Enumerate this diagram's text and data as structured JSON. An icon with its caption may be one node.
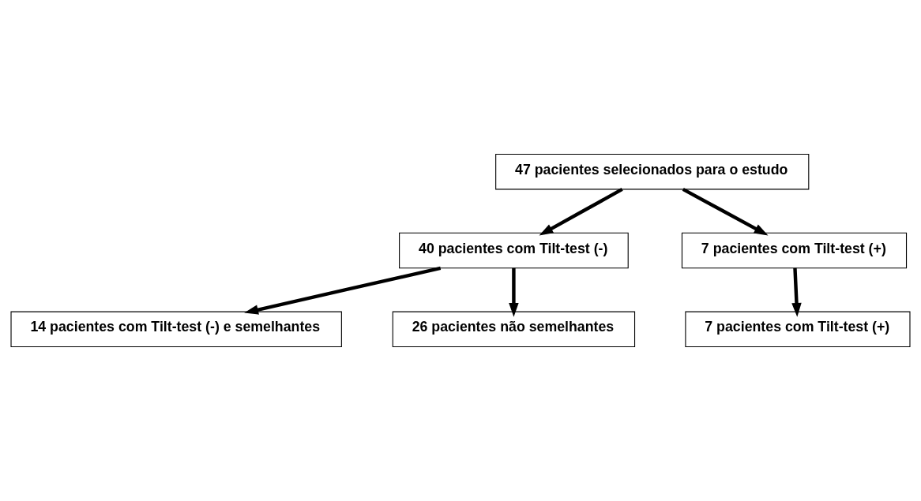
{
  "diagram": {
    "nodes": [
      {
        "text": [
          "47 pacientes selecionados para o estudo"
        ]
      },
      {
        "text": [
          "40 pacientes com Tilt-test (-)"
        ]
      },
      {
        "text": [
          "7 pacientes com Tilt-test (+)"
        ]
      },
      {
        "text": [
          "14 pacientes com Tilt-test (-) e semelhantes"
        ]
      },
      {
        "text": [
          "7 pacientes com Tilt-test (+)"
        ]
      },
      {
        "text": [
          "26 pacientes não semelhantes"
        ]
      }
    ],
    "edges": [
      {
        "from": 0,
        "to": 1,
        "arrow": "to"
      },
      {
        "from": 0,
        "to": 2,
        "arrow": "to"
      },
      {
        "from": 1,
        "to": 3,
        "arrow": "to"
      },
      {
        "from": 1,
        "to": 5,
        "arrow": "to"
      },
      {
        "from": 2,
        "to": 4,
        "arrow": "to"
      }
    ]
  }
}
